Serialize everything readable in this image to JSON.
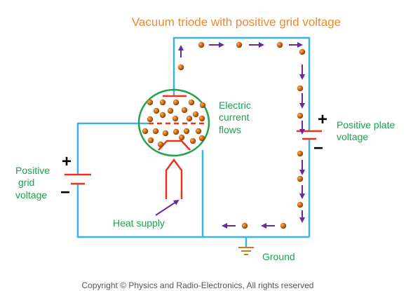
{
  "title": "Vacuum triode with positive grid voltage",
  "labels": {
    "electric_current": [
      "Electric",
      "current",
      "flows"
    ],
    "positive_plate_voltage": [
      "Positive plate",
      "voltage"
    ],
    "positive_grid_voltage": [
      "Positive",
      "grid",
      "voltage"
    ],
    "heat_supply": "Heat supply",
    "ground": "Ground",
    "copyright": "Copyright © Physics and Radio-Electronics, All rights reserved"
  },
  "polarity": {
    "plus": "+",
    "minus": "−"
  },
  "colors": {
    "title": "#f0892e",
    "label_green": "#1aa34a",
    "wire": "#3ab5e3",
    "tube_outline": "#1fa34a",
    "electrode_red": "#e8341c",
    "electron": "#c4620e",
    "arrow": "#6a2a9c",
    "ground": "#c87d1c",
    "copyright": "#555555"
  }
}
